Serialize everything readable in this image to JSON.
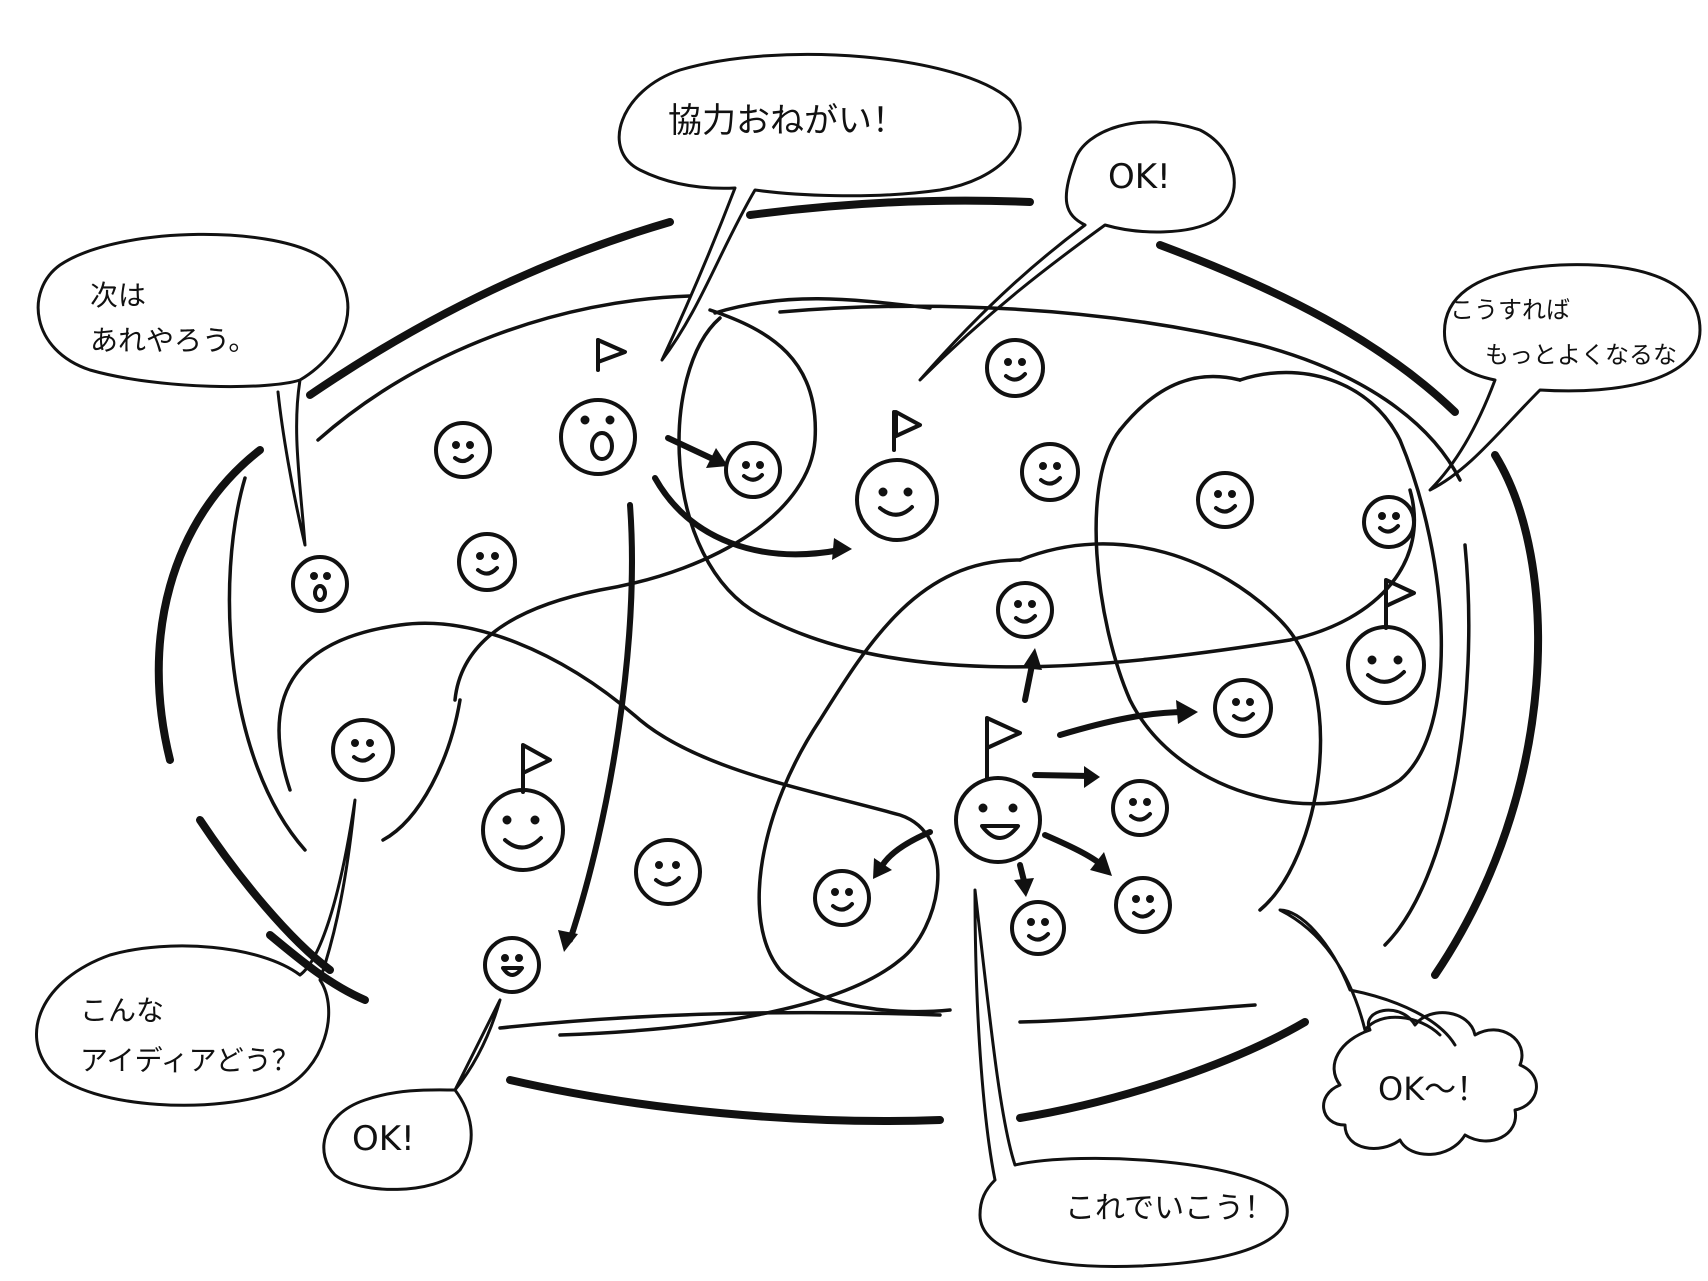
{
  "colors": {
    "ink": "#111111",
    "paper": "#ffffff"
  },
  "bubbles": {
    "topleft": {
      "lines": [
        "次は",
        "あれやろう。"
      ]
    },
    "top_center": {
      "lines": [
        "協力おねがい！"
      ]
    },
    "top_right": {
      "lines": [
        "OK!"
      ]
    },
    "right": {
      "lines": [
        "こうすれば",
        "もっとよくなるな"
      ]
    },
    "bottom_left": {
      "lines": [
        "こんな",
        "アイディアどう？"
      ]
    },
    "bottom_small": {
      "lines": [
        "OK!"
      ]
    },
    "bottom_center": {
      "lines": [
        "これでいこう！"
      ]
    },
    "bottom_right": {
      "lines": [
        "OK〜！"
      ]
    }
  },
  "figures": [
    {
      "name": "leader-figure-top",
      "face": "open-mouth",
      "flag": true
    },
    {
      "name": "leader-figure-center",
      "face": "smile",
      "flag": true
    },
    {
      "name": "leader-figure-right",
      "face": "smile",
      "flag": true
    },
    {
      "name": "leader-figure-bottom-left",
      "face": "smile",
      "flag": true
    },
    {
      "name": "leader-figure-bottom-right",
      "face": "laugh",
      "flag": true
    }
  ]
}
